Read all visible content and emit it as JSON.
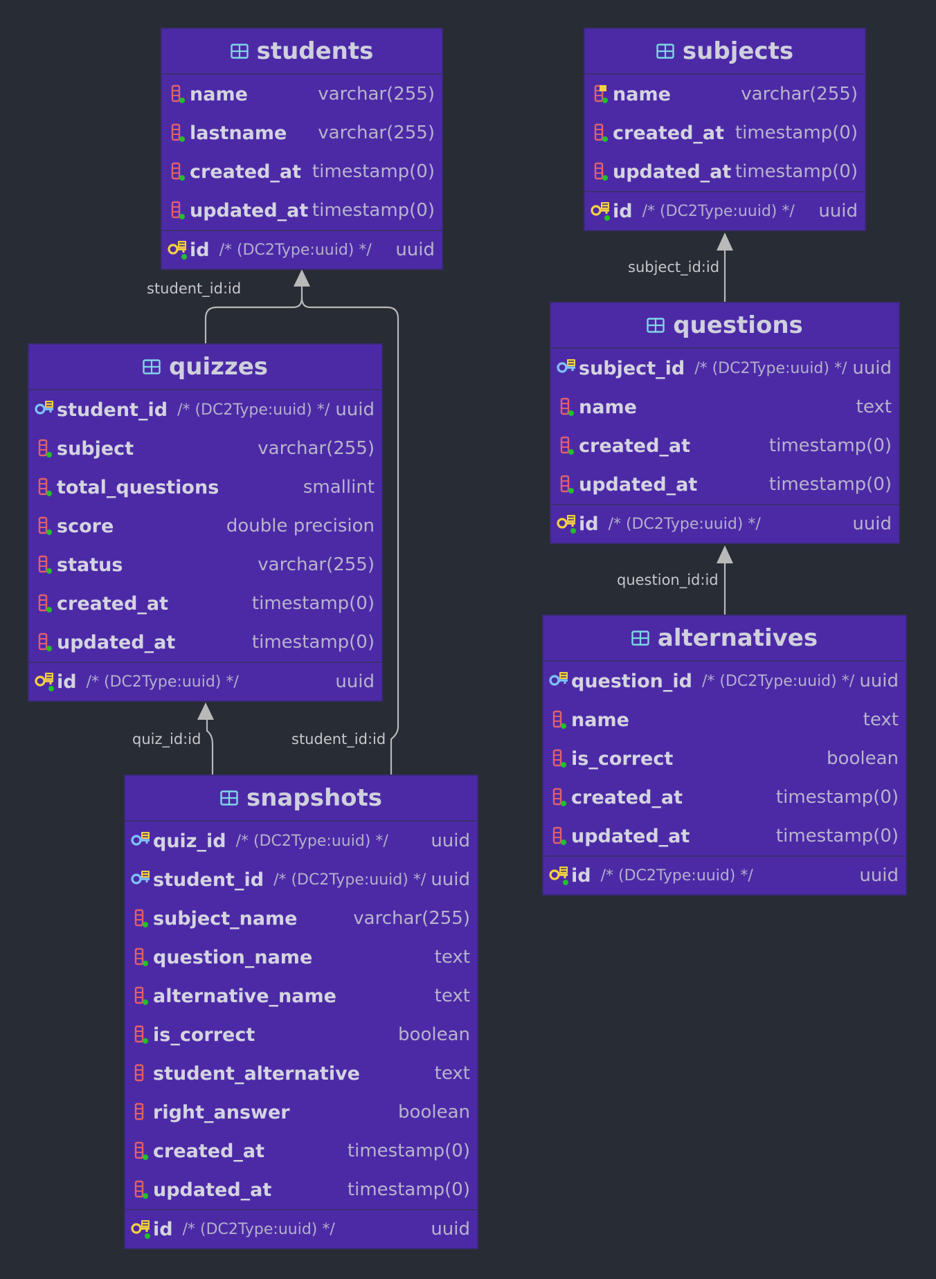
{
  "colors": {
    "background": "#282c34",
    "table_fill": "#4c2aa6",
    "edge": "#b9b9b9",
    "column_icon": "#e2606c",
    "fk_icon": "#7fc4ff",
    "pk_icon": "#f5d142",
    "not_null_dot": "#22c02c"
  },
  "tables": {
    "students": {
      "title": "students",
      "columns": [
        {
          "name": "name",
          "type": "varchar(255)",
          "icon": "column-icon"
        },
        {
          "name": "lastname",
          "type": "varchar(255)",
          "icon": "column-icon"
        },
        {
          "name": "created_at",
          "type": "timestamp(0)",
          "icon": "column-icon"
        },
        {
          "name": "updated_at",
          "type": "timestamp(0)",
          "icon": "column-icon"
        }
      ],
      "pk": {
        "name": "id",
        "comment": "/* (DC2Type:uuid) */",
        "type": "uuid",
        "icon": "primary-key-icon"
      }
    },
    "subjects": {
      "title": "subjects",
      "columns": [
        {
          "name": "name",
          "type": "varchar(255)",
          "icon": "unique-column-icon"
        },
        {
          "name": "created_at",
          "type": "timestamp(0)",
          "icon": "column-icon"
        },
        {
          "name": "updated_at",
          "type": "timestamp(0)",
          "icon": "column-icon"
        }
      ],
      "pk": {
        "name": "id",
        "comment": "/* (DC2Type:uuid) */",
        "type": "uuid",
        "icon": "primary-key-icon"
      }
    },
    "quizzes": {
      "title": "quizzes",
      "columns": [
        {
          "name": "student_id",
          "comment": "/* (DC2Type:uuid) */",
          "type": "uuid",
          "icon": "foreign-key-icon"
        },
        {
          "name": "subject",
          "type": "varchar(255)",
          "icon": "column-icon"
        },
        {
          "name": "total_questions",
          "type": "smallint",
          "icon": "column-icon"
        },
        {
          "name": "score",
          "type": "double precision",
          "icon": "column-icon"
        },
        {
          "name": "status",
          "type": "varchar(255)",
          "icon": "column-icon"
        },
        {
          "name": "created_at",
          "type": "timestamp(0)",
          "icon": "column-icon"
        },
        {
          "name": "updated_at",
          "type": "timestamp(0)",
          "icon": "column-icon"
        }
      ],
      "pk": {
        "name": "id",
        "comment": "/* (DC2Type:uuid) */",
        "type": "uuid",
        "icon": "primary-key-icon"
      }
    },
    "questions": {
      "title": "questions",
      "columns": [
        {
          "name": "subject_id",
          "comment": "/* (DC2Type:uuid) */",
          "type": "uuid",
          "icon": "foreign-key-icon"
        },
        {
          "name": "name",
          "type": "text",
          "icon": "column-icon"
        },
        {
          "name": "created_at",
          "type": "timestamp(0)",
          "icon": "column-icon"
        },
        {
          "name": "updated_at",
          "type": "timestamp(0)",
          "icon": "column-icon"
        }
      ],
      "pk": {
        "name": "id",
        "comment": "/* (DC2Type:uuid) */",
        "type": "uuid",
        "icon": "primary-key-icon"
      }
    },
    "alternatives": {
      "title": "alternatives",
      "columns": [
        {
          "name": "question_id",
          "comment": "/* (DC2Type:uuid) */",
          "type": "uuid",
          "icon": "foreign-key-icon"
        },
        {
          "name": "name",
          "type": "text",
          "icon": "column-icon"
        },
        {
          "name": "is_correct",
          "type": "boolean",
          "icon": "column-icon"
        },
        {
          "name": "created_at",
          "type": "timestamp(0)",
          "icon": "column-icon"
        },
        {
          "name": "updated_at",
          "type": "timestamp(0)",
          "icon": "column-icon"
        }
      ],
      "pk": {
        "name": "id",
        "comment": "/* (DC2Type:uuid) */",
        "type": "uuid",
        "icon": "primary-key-icon"
      }
    },
    "snapshots": {
      "title": "snapshots",
      "columns": [
        {
          "name": "quiz_id",
          "comment": "/* (DC2Type:uuid) */",
          "type": "uuid",
          "icon": "foreign-key-icon"
        },
        {
          "name": "student_id",
          "comment": "/* (DC2Type:uuid) */",
          "type": "uuid",
          "icon": "foreign-key-icon"
        },
        {
          "name": "subject_name",
          "type": "varchar(255)",
          "icon": "column-icon"
        },
        {
          "name": "question_name",
          "type": "text",
          "icon": "column-icon"
        },
        {
          "name": "alternative_name",
          "type": "text",
          "icon": "column-icon"
        },
        {
          "name": "is_correct",
          "type": "boolean",
          "icon": "column-icon"
        },
        {
          "name": "student_alternative",
          "type": "text",
          "icon": "nullable-column-icon"
        },
        {
          "name": "right_answer",
          "type": "boolean",
          "icon": "nullable-column-icon"
        },
        {
          "name": "created_at",
          "type": "timestamp(0)",
          "icon": "column-icon"
        },
        {
          "name": "updated_at",
          "type": "timestamp(0)",
          "icon": "column-icon"
        }
      ],
      "pk": {
        "name": "id",
        "comment": "/* (DC2Type:uuid) */",
        "type": "uuid",
        "icon": "primary-key-icon"
      }
    }
  },
  "relations": [
    {
      "from": "quizzes",
      "to": "students",
      "label": "student_id:id"
    },
    {
      "from": "snapshots",
      "to": "students",
      "label": "student_id:id"
    },
    {
      "from": "snapshots",
      "to": "quizzes",
      "label": "quiz_id:id"
    },
    {
      "from": "questions",
      "to": "subjects",
      "label": "subject_id:id"
    },
    {
      "from": "alternatives",
      "to": "questions",
      "label": "question_id:id"
    }
  ]
}
